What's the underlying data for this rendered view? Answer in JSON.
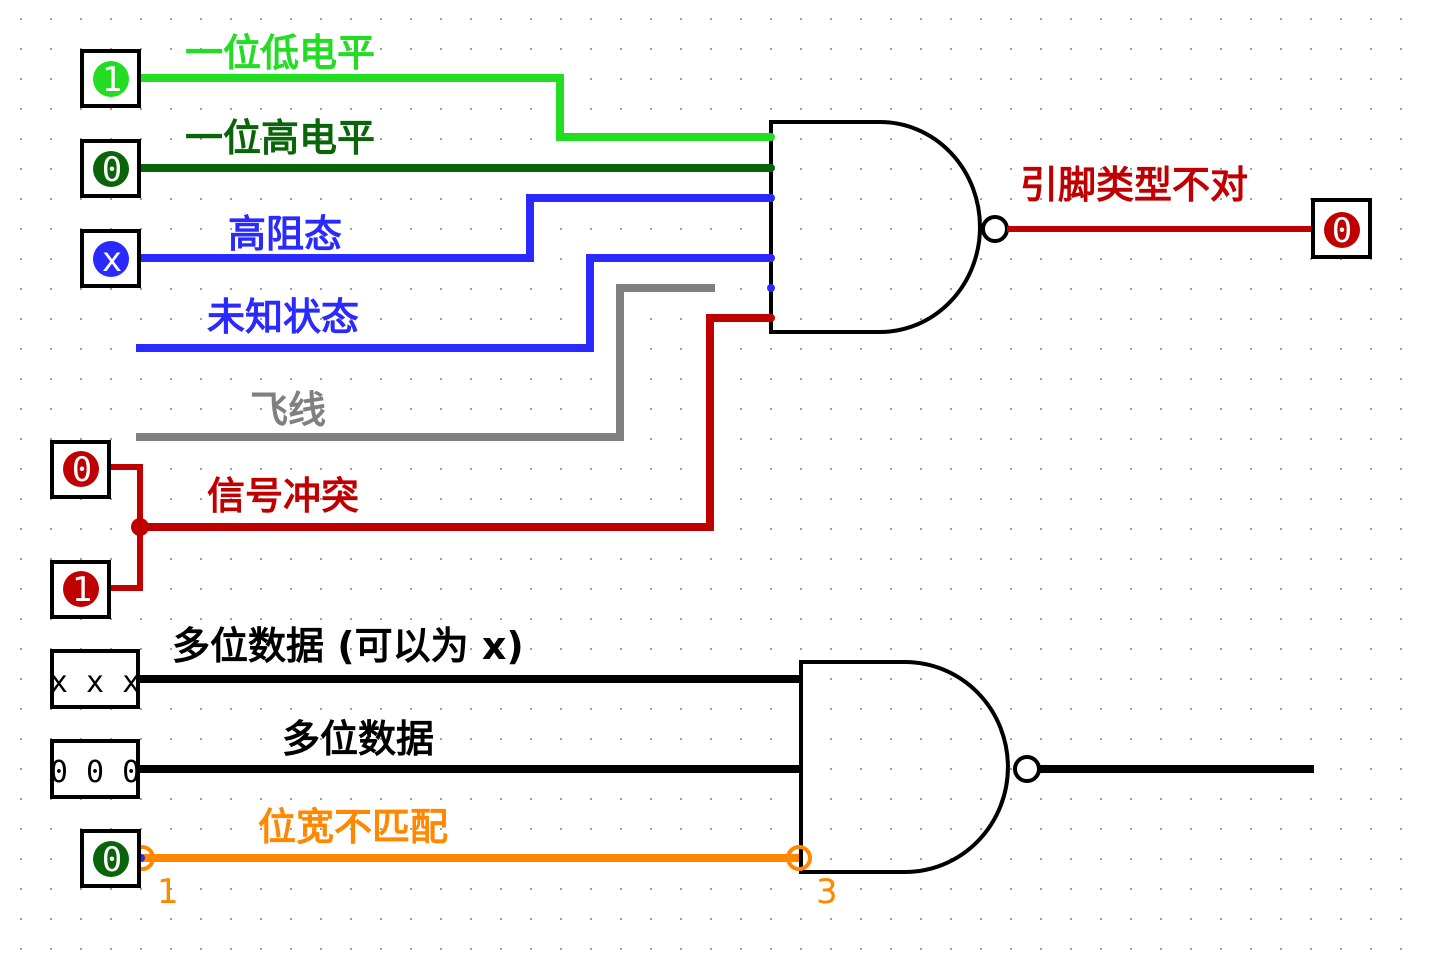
{
  "colors": {
    "low": "#22dd22",
    "high": "#0a640a",
    "highz": "#2a2aff",
    "unknown": "#2a2aff",
    "floating": "#808080",
    "conflict": "#c00000",
    "multibit": "#000000",
    "width_mismatch": "#ff8800",
    "gate": "#000000",
    "grid_dot": "#a0a0a0"
  },
  "labels": {
    "low_level": "一位低电平",
    "high_level": "一位高电平",
    "high_z": "高阻态",
    "unknown": "未知状态",
    "floating": "飞线",
    "conflict": "信号冲突",
    "pin_type_wrong": "引脚类型不对",
    "multi_bit_x": "多位数据 (可以为 x)",
    "multi_bit": "多位数据",
    "width_mismatch": "位宽不匹配"
  },
  "pins": {
    "in_low": "1",
    "in_high": "0",
    "in_highz": "x",
    "out_wrong": "0",
    "conflict_a": "0",
    "conflict_b": "1",
    "multi_x": "x x x",
    "multi_0": "0 0 0",
    "narrow": "0"
  },
  "bit_widths": {
    "source": "1",
    "destination": "3"
  }
}
